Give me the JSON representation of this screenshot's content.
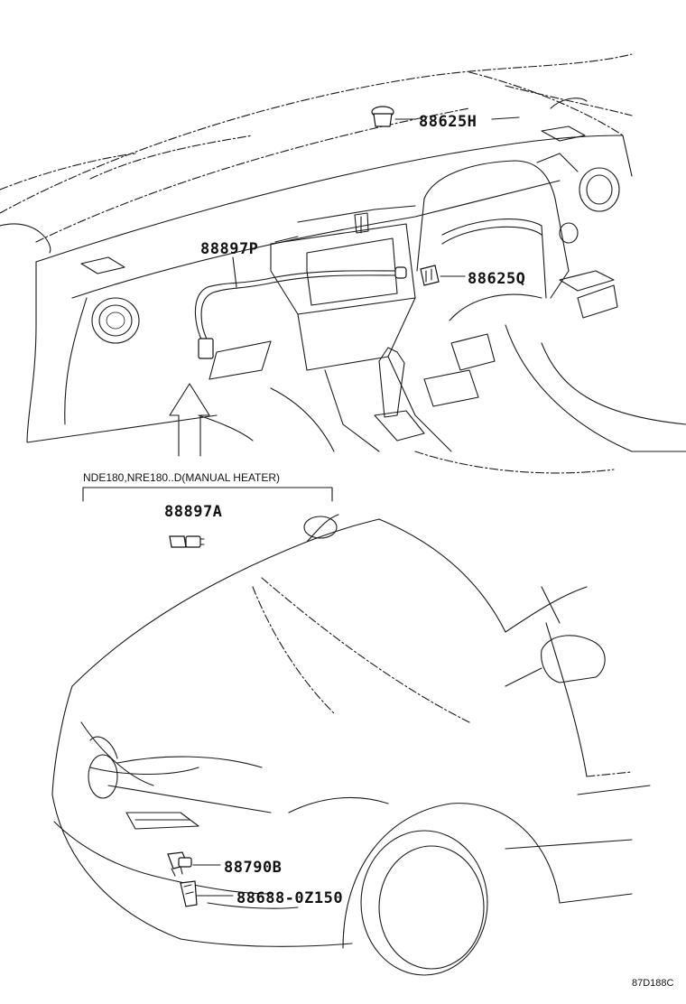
{
  "diagram": {
    "figure_code": "87D188C",
    "variant_note": "NDE180,NRE180..D(MANUAL HEATER)",
    "callouts": [
      {
        "id": "88625H",
        "label": "88625H"
      },
      {
        "id": "88897P",
        "label": "88897P"
      },
      {
        "id": "88625Q",
        "label": "88625Q"
      },
      {
        "id": "88897A",
        "label": "88897A"
      },
      {
        "id": "88790B",
        "label": "88790B"
      },
      {
        "id": "88688-0Z150",
        "label": "88688-0Z150"
      }
    ]
  }
}
